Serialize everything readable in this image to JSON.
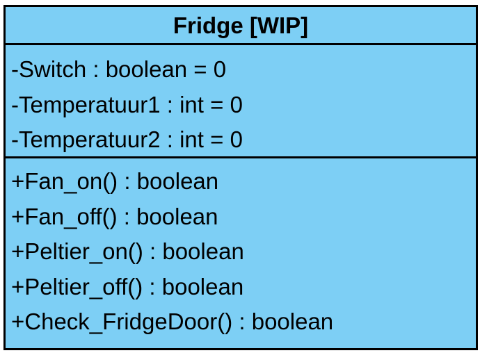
{
  "diagram": {
    "class_name": "Fridge [WIP]",
    "attributes": [
      "-Switch : boolean = 0",
      "-Temperatuur1 : int = 0",
      "-Temperatuur2 : int = 0"
    ],
    "methods": [
      "+Fan_on() : boolean",
      "+Fan_off() : boolean",
      "+Peltier_on() : boolean",
      "+Peltier_off() : boolean",
      "+Check_FridgeDoor() : boolean"
    ],
    "colors": {
      "fill": "#7dcff5",
      "stroke": "#000000"
    }
  }
}
